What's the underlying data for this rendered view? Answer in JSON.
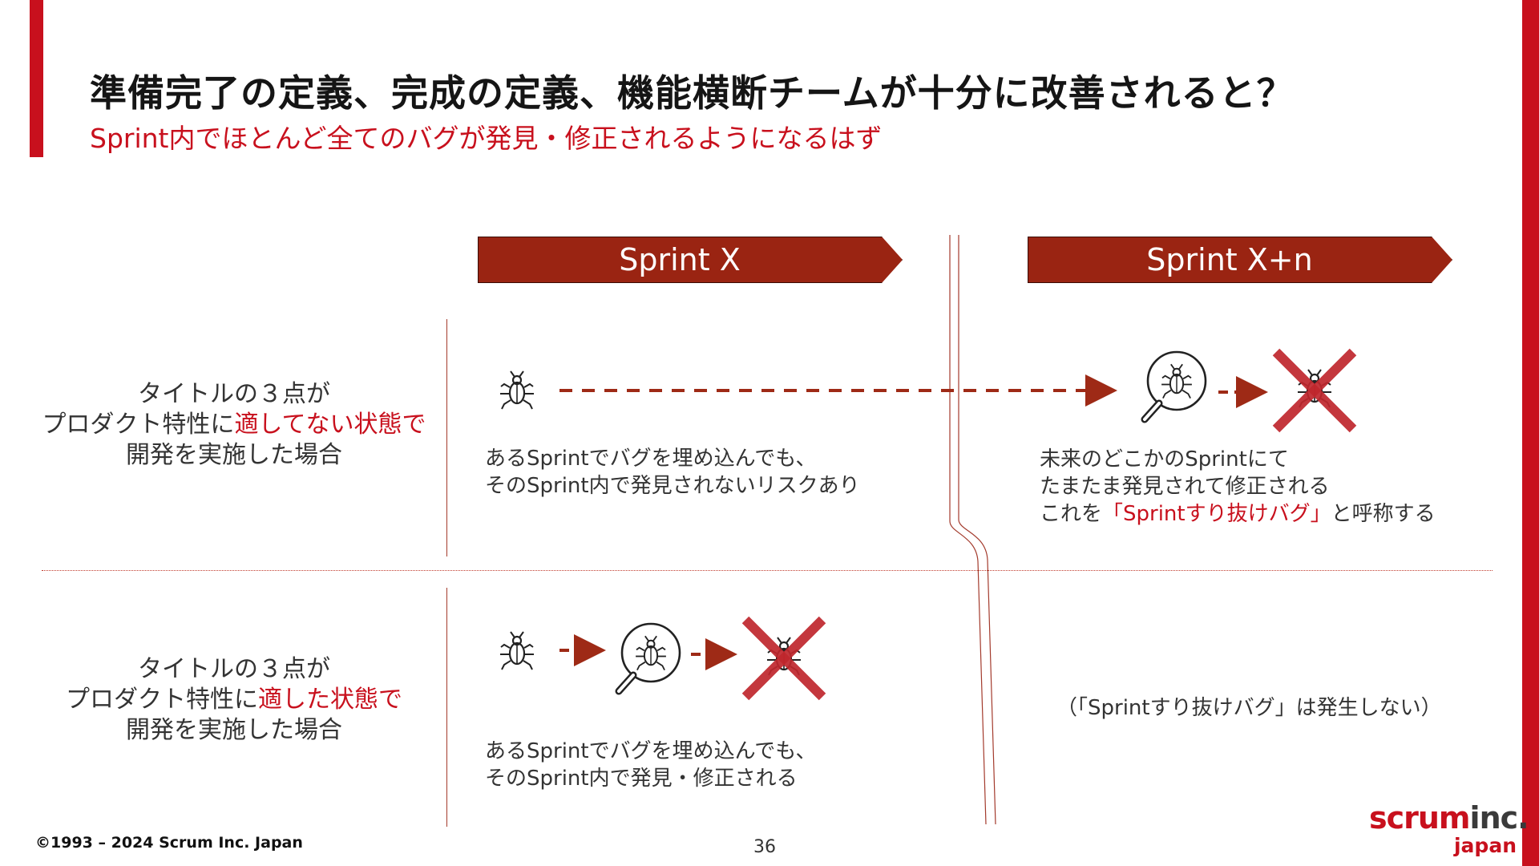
{
  "header": {
    "title": "準備完了の定義、完成の定義、機能横断チームが十分に改善されると？",
    "subtitle": "Sprint内でほとんど全てのバグが発見・修正されるようになるはず"
  },
  "sprints": [
    {
      "label": "Sprint X"
    },
    {
      "label": "Sprint X+n"
    }
  ],
  "rows": [
    {
      "label_line1": "タイトルの３点が",
      "label_line2_pre": "プロダクト特性に",
      "label_line2_highlight": "適してない状態で",
      "label_line3": "開発を実施した場合",
      "sprint_x_desc_line1": "あるSprintでバグを埋め込んでも、",
      "sprint_x_desc_line2": "そのSprint内で発見されないリスクあり",
      "sprint_xn_desc_line1": "未来のどこかのSprintにて",
      "sprint_xn_desc_line2": "たまたま発見されて修正される",
      "sprint_xn_desc_line3_pre": "これを",
      "sprint_xn_desc_line3_highlight": "「Sprintすり抜けバグ」",
      "sprint_xn_desc_line3_post": "と呼称する"
    },
    {
      "label_line1": "タイトルの３点が",
      "label_line2_pre": "プロダクト特性に",
      "label_line2_highlight": "適した状態で",
      "label_line3": "開発を実施した場合",
      "sprint_x_desc_line1": "あるSprintでバグを埋め込んでも、",
      "sprint_x_desc_line2": "そのSprint内で発見・修正される",
      "sprint_xn_note": "（「Sprintすり抜けバグ」は発生しない）"
    }
  ],
  "footer": {
    "copyright": "©1993 – 2024 Scrum Inc. Japan",
    "page_number": "36",
    "logo_scrum": "scrum",
    "logo_inc": "inc.",
    "logo_japan": "japan"
  },
  "icons": [
    "bug-icon",
    "magnifier-bug-icon",
    "cross-out-icon",
    "dashed-arrow"
  ],
  "colors": {
    "accent_red": "#c8101d",
    "banner_brown": "#9a2412",
    "arrow_red": "#9e2a16",
    "cross_red": "#c0272d"
  }
}
